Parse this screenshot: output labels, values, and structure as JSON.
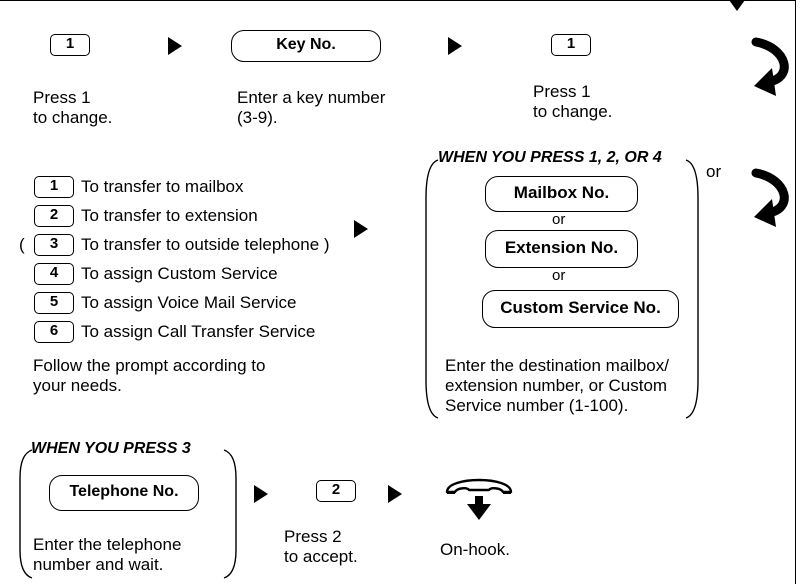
{
  "step1": {
    "key1": "1",
    "key1_caption": "Press 1\nto change.",
    "keyno_label": "Key No.",
    "keyno_caption": "Enter a key number\n(3-9).",
    "key2": "1",
    "key2_caption": "Press 1\nto change."
  },
  "options": [
    {
      "key": "1",
      "label": "To transfer to mailbox"
    },
    {
      "key": "2",
      "label": "To transfer to extension"
    },
    {
      "key": "3",
      "label": "To transfer to outside telephone )",
      "prefix": "("
    },
    {
      "key": "4",
      "label": "To assign Custom Service"
    },
    {
      "key": "5",
      "label": "To assign Voice Mail Service"
    },
    {
      "key": "6",
      "label": "To assign Call Transfer Service"
    }
  ],
  "options_caption": "Follow the prompt according to\nyour needs.",
  "when_124": {
    "heading": "WHEN YOU PRESS 1, 2, OR 4",
    "mailbox": "Mailbox No.",
    "or1": "or",
    "extension": "Extension No.",
    "or2": "or",
    "custom": "Custom Service No.",
    "caption": "Enter the destination mailbox/\nextension number, or Custom\nService number (1-100).",
    "or_right": "or"
  },
  "when_3": {
    "heading": "WHEN YOU PRESS 3",
    "telephone": "Telephone No.",
    "caption": "Enter the telephone\nnumber and wait.",
    "key": "2",
    "key_caption": "Press 2\nto accept.",
    "onhook_caption": "On-hook.",
    "onhook_icon": "handset-on-hook-icon"
  }
}
